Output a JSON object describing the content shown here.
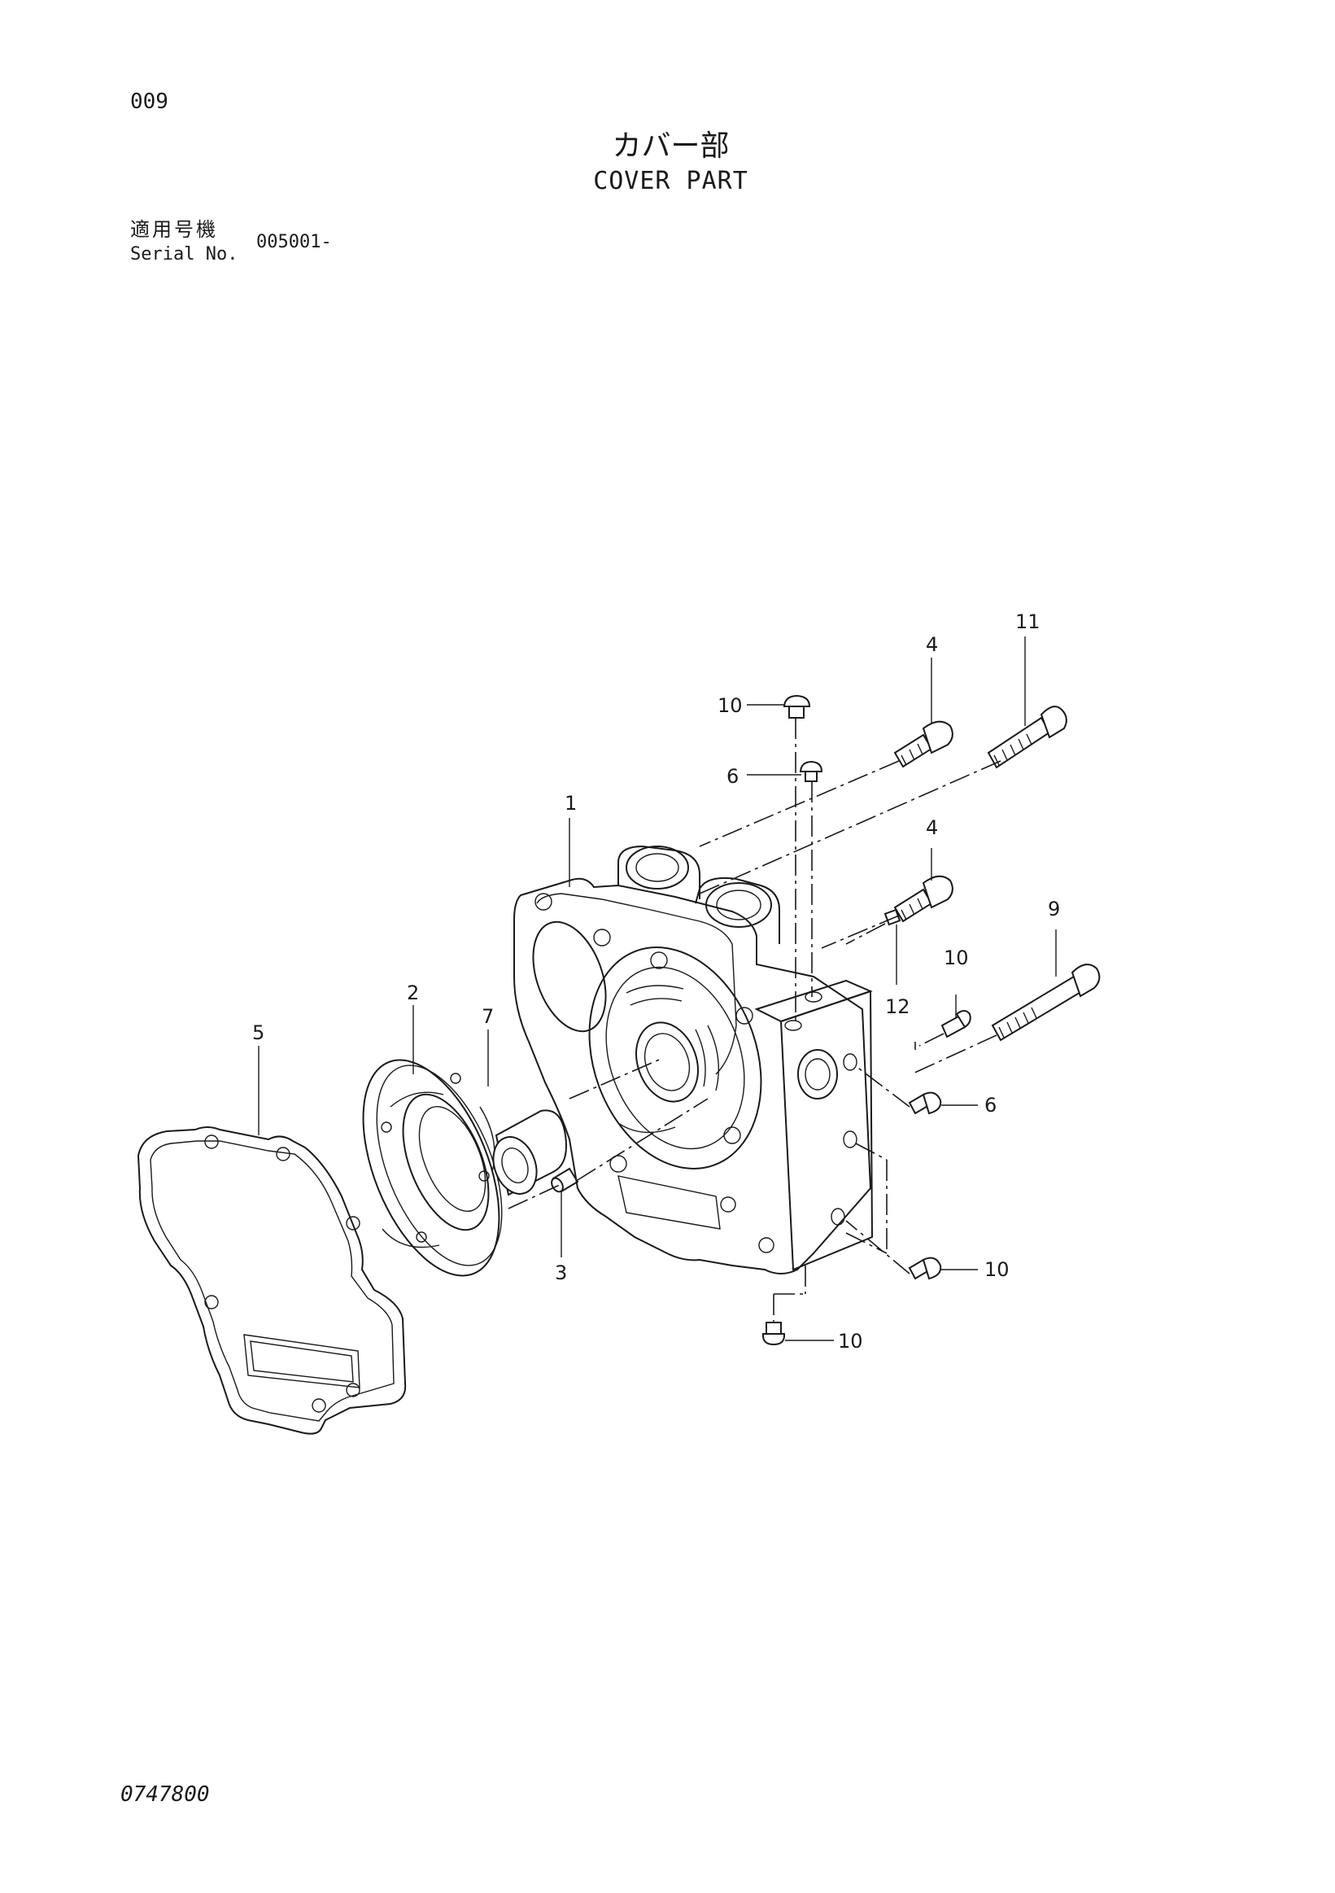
{
  "header": {
    "page_number": "009",
    "title_jp": "カバー部",
    "title_en": "COVER PART",
    "serial_label_jp": "適用号機",
    "serial_label_en": "Serial No.",
    "serial_value": "005001-"
  },
  "callouts": [
    "1",
    "2",
    "3",
    "4",
    "4",
    "5",
    "6",
    "6",
    "7",
    "9",
    "10",
    "10",
    "10",
    "10",
    "11",
    "12"
  ],
  "footer": {
    "drawing_number": "0747800"
  }
}
